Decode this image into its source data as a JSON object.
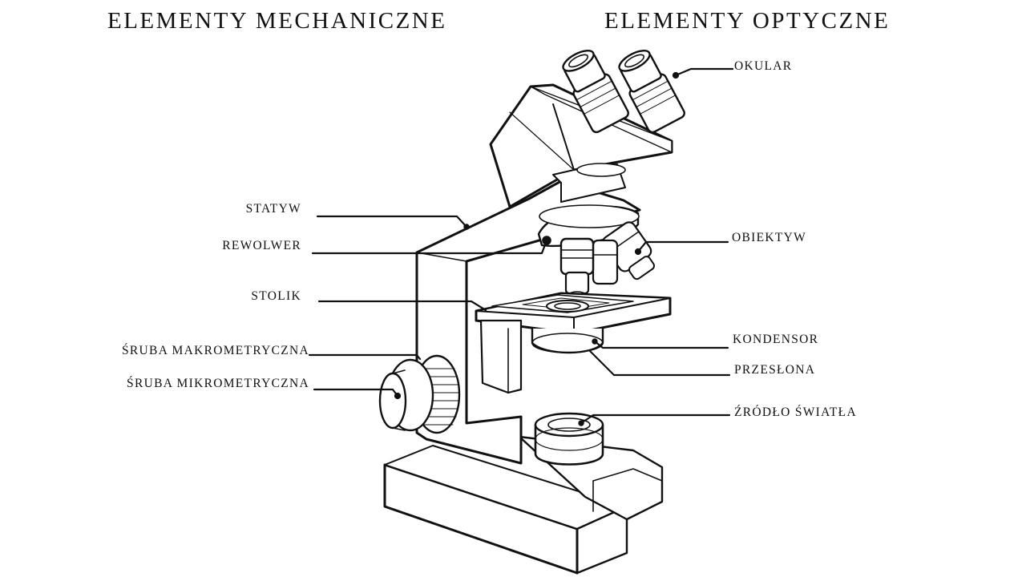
{
  "headings": {
    "mechanical": "ELEMENTY  MECHANICZNE",
    "optical": "ELEMENTY  OPTYCZNE"
  },
  "labels": {
    "left": [
      {
        "id": "statyw",
        "text": "STATYW"
      },
      {
        "id": "rewolwer",
        "text": "REWOLWER"
      },
      {
        "id": "stolik",
        "text": "STOLIK"
      },
      {
        "id": "sruba_makro",
        "text": "ŚRUBA  MAKROMETRYCZNA"
      },
      {
        "id": "sruba_mikro",
        "text": "ŚRUBA  MIKROMETRYCZNA"
      }
    ],
    "right": [
      {
        "id": "okular",
        "text": "OKULAR"
      },
      {
        "id": "obiektyw",
        "text": "OBIEKTYW"
      },
      {
        "id": "kondensor",
        "text": "KONDENSOR"
      },
      {
        "id": "przeslona",
        "text": "PRZESŁONA"
      },
      {
        "id": "zrodlo",
        "text": "ŹRÓDŁO  ŚWIATŁA"
      }
    ]
  },
  "colors": {
    "ink": "#111111",
    "paper": "#ffffff"
  }
}
